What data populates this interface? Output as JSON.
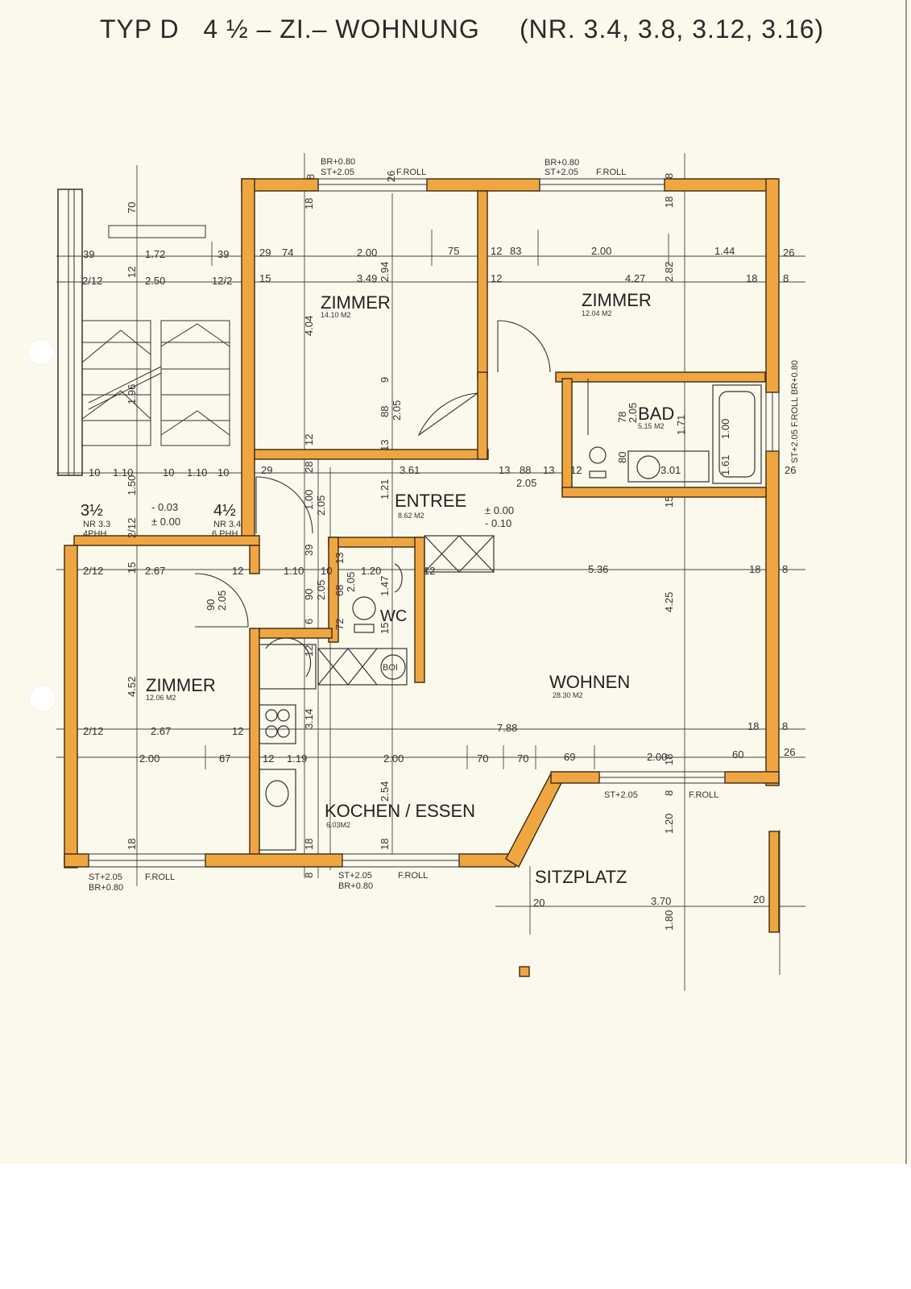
{
  "title": {
    "left": "TYP D   4 ½ – ZI.– WOHNUNG",
    "right": "(NR. 3.4, 3.8, 3.12, 3.16)"
  },
  "rooms": {
    "zimmer1": {
      "name": "ZIMMER",
      "area": "14.10 M2"
    },
    "zimmer2": {
      "name": "ZIMMER",
      "area": "12.04 M2"
    },
    "zimmer3": {
      "name": "ZIMMER",
      "area": "12.06 M2"
    },
    "bad": {
      "name": "BAD",
      "area": "5.15 M2"
    },
    "entree": {
      "name": "ENTREE",
      "area": "8.62 M2"
    },
    "wc": {
      "name": "WC"
    },
    "wohnen": {
      "name": "WOHNEN",
      "area": "28.30 M2"
    },
    "kochen": {
      "name": "KOCHEN / ESSEN",
      "area": "6.03M2"
    },
    "sitzplatz": {
      "name": "SITZPLATZ"
    },
    "boiler": {
      "name": "BOI"
    }
  },
  "stair": {
    "left_unit": "3½",
    "left_nr": "NR 3.3",
    "left_type": "4PHH",
    "right_unit": "4½",
    "right_nr": "NR 3.4",
    "right_type": "6 PHH",
    "level_a": "- 0.03",
    "level_b": "± 0.00"
  },
  "entree_levels": {
    "a": "± 0.00",
    "b": "- 0.10"
  },
  "window_notes": {
    "top_left_a": "BR+0.80",
    "top_left_b": "ST+2.05",
    "top_left_c": "F.ROLL",
    "top_right_a": "BR+0.80",
    "top_right_b": "ST+2.05",
    "top_right_c": "F.ROLL",
    "right_side": "ST+2.05 F.ROLL BR+0.80",
    "sitz_a": "ST+2.05",
    "sitz_b": "F.ROLL",
    "bottom_left_a": "ST+2.05",
    "bottom_left_b": "F.ROLL",
    "bottom_left_c": "BR+0.80",
    "bottom_mid_a": "ST+2.05",
    "bottom_mid_b": "F.ROLL",
    "bottom_mid_c": "BR+0.80"
  },
  "dims": {
    "d39a": "39",
    "d172": "1.72",
    "d39b": "39",
    "d212a": "2/12",
    "d250": "2.50",
    "d122": "12/2",
    "d29": "29",
    "d74": "74",
    "d200a": "2.00",
    "d75": "75",
    "d12a": "12",
    "d83": "83",
    "d200b": "2.00",
    "d144": "1.44",
    "d26a": "26",
    "d15a": "15",
    "d349": "3.49",
    "d294": "2.94",
    "d12b": "12",
    "d427": "4.27",
    "d282": "2.82",
    "d18a": "18",
    "d8a": "8",
    "d404": "4.04",
    "d88a": "88",
    "d205a": "2.05",
    "d9": "9",
    "d12c": "12",
    "d13a": "13",
    "d10a": "10",
    "d110a": "1.10",
    "d10b": "10",
    "d110b": "1.10",
    "d10c": "10",
    "d196": "1.96",
    "d150": "1.50",
    "d212b": "2/12",
    "d28": "28",
    "d29b": "29",
    "d121": "1.21",
    "d361": "3.61",
    "d13b": "13",
    "d88b": "88",
    "d13c": "13",
    "d205b": "2.05",
    "d12d": "12",
    "d80": "80",
    "d301": "3.01",
    "d161": "1.61",
    "d26b": "26",
    "d100": "1.00",
    "d205c": "2.05",
    "d15b": "15",
    "d78": "78",
    "d205d": "2.05",
    "d171": "1.71",
    "d100b": "1.00",
    "d212c": "2/12",
    "d15c": "15",
    "d267a": "2.67",
    "d12e": "12",
    "d110c": "1.10",
    "d10d": "10",
    "d120": "1.20",
    "d12f": "12",
    "d536": "5.36",
    "d18b": "18",
    "d8b": "8",
    "d39c": "39",
    "d90a": "90",
    "d205e": "2.05",
    "d68": "68",
    "d13d": "13",
    "d205f": "2.05",
    "d147": "1.47",
    "d72": "72",
    "d15d": "15",
    "d6": "6",
    "d12g": "12",
    "d425": "4.25",
    "d452": "4.52",
    "d212d": "2/12",
    "d267b": "2.67",
    "d12h": "12",
    "d314": "3.14",
    "d788": "7.88",
    "d18c": "18",
    "d8c": "8",
    "d200c": "2.00",
    "d67": "67",
    "d12i": "12",
    "d119": "1.19",
    "d200d": "2.00",
    "d70a": "70",
    "d70b": "70",
    "d69": "69",
    "d200e": "2.00",
    "d60": "60",
    "d26c": "26",
    "d254": "2.54",
    "d18d": "18",
    "d18e": "18",
    "d18f": "18",
    "d120b": "1.20",
    "d20a": "20",
    "d370": "3.70",
    "d20b": "20",
    "d180": "1.80",
    "d90b": "90",
    "d12j": "12",
    "d70c": "70",
    "d8d": "8",
    "d8e": "8",
    "d8f": "8",
    "d18g": "18",
    "d18h": "18",
    "d8g": "8",
    "d26d": "26"
  },
  "colors": {
    "wall": "#f0a640",
    "paper": "#fbf8ec",
    "ink": "#2a2a2a"
  }
}
